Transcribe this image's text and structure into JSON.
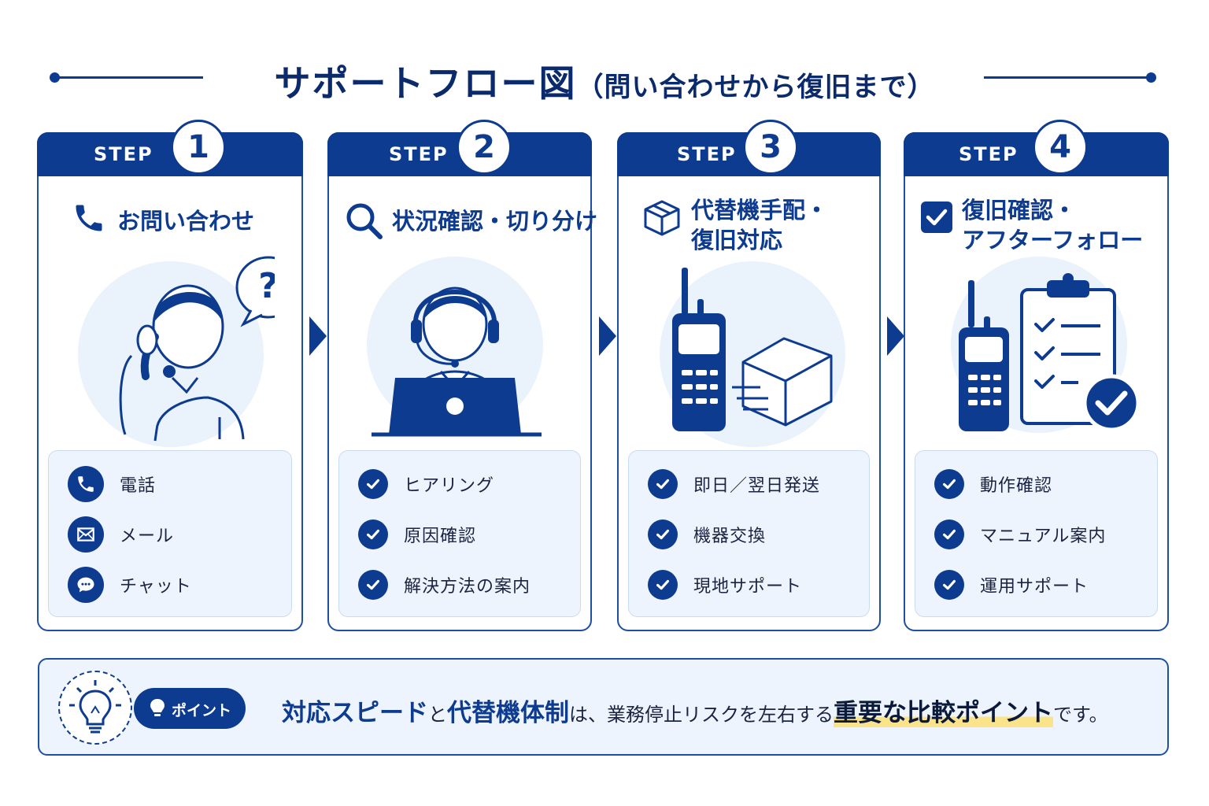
{
  "title": {
    "main": "サポートフロー図",
    "sub": "（問い合わせから復旧まで）"
  },
  "steps": [
    {
      "label": "STEP",
      "number": "1",
      "title_lines": [
        "お問い合わせ"
      ],
      "icon": "phone-icon",
      "items": [
        {
          "icon": "phone-icon",
          "text": "電話"
        },
        {
          "icon": "mail-icon",
          "text": "メール"
        },
        {
          "icon": "chat-icon",
          "text": "チャット"
        }
      ]
    },
    {
      "label": "STEP",
      "number": "2",
      "title_lines": [
        "状況確認・切り分け"
      ],
      "icon": "search-icon",
      "items": [
        {
          "icon": "check-icon",
          "text": "ヒアリング"
        },
        {
          "icon": "check-icon",
          "text": "原因確認"
        },
        {
          "icon": "check-icon",
          "text": "解決方法の案内"
        }
      ]
    },
    {
      "label": "STEP",
      "number": "3",
      "title_lines": [
        "代替機手配・",
        "復旧対応"
      ],
      "icon": "box-icon",
      "items": [
        {
          "icon": "check-icon",
          "text": "即日／翌日発送"
        },
        {
          "icon": "check-icon",
          "text": "機器交換"
        },
        {
          "icon": "check-icon",
          "text": "現地サポート"
        }
      ]
    },
    {
      "label": "STEP",
      "number": "4",
      "title_lines": [
        "復旧確認・",
        "アフターフォロー"
      ],
      "icon": "checkbox-icon",
      "items": [
        {
          "icon": "check-icon",
          "text": "動作確認"
        },
        {
          "icon": "check-icon",
          "text": "マニュアル案内"
        },
        {
          "icon": "check-icon",
          "text": "運用サポート"
        }
      ]
    }
  ],
  "point": {
    "badge": "ポイント",
    "parts": [
      {
        "text": "対応スピード",
        "style": "em"
      },
      {
        "text": "と",
        "style": "plain"
      },
      {
        "text": "代替機体制",
        "style": "em"
      },
      {
        "text": "は、業務停止リスクを左右する",
        "style": "plain"
      },
      {
        "text": "重要な比較ポイント",
        "style": "em2"
      },
      {
        "text": "です。",
        "style": "plain"
      }
    ]
  },
  "colors": {
    "primary": "#0d3b8f",
    "light_bg": "#eef4fd",
    "highlight": "#fbe38a"
  }
}
